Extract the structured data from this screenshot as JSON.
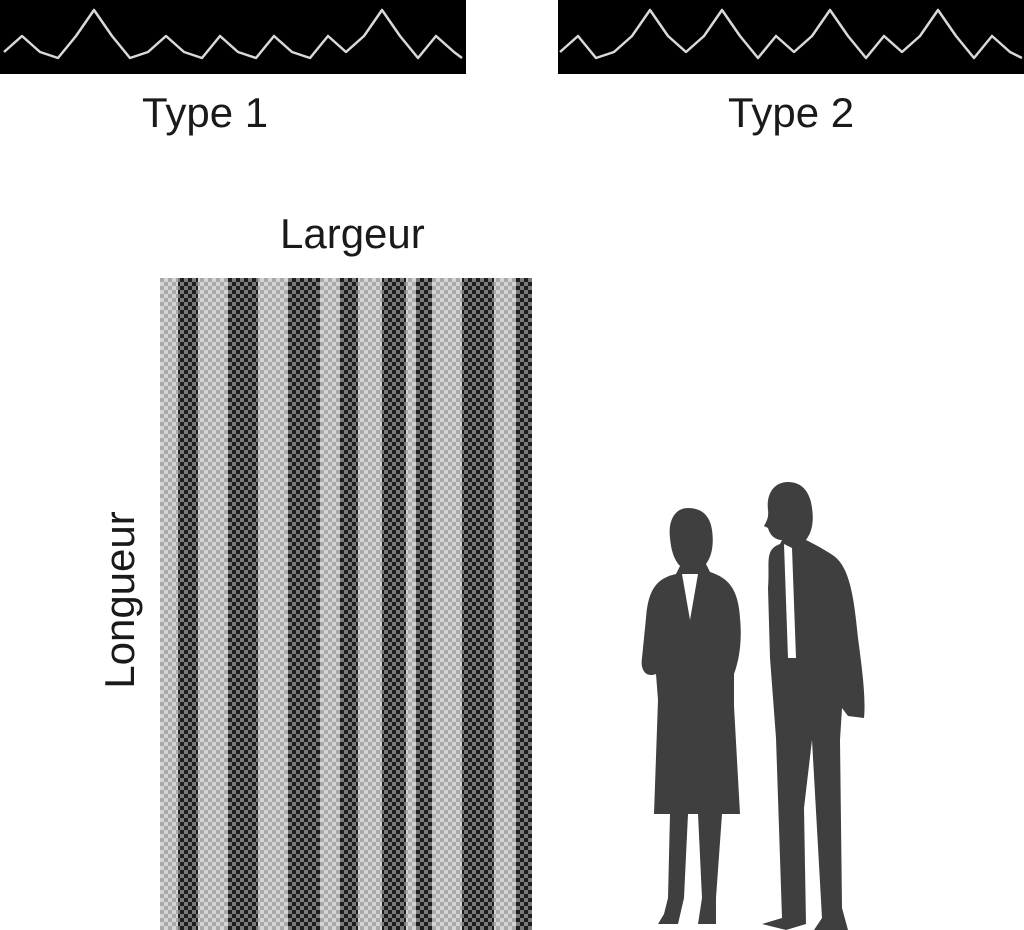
{
  "captions": {
    "type1": "Type 1",
    "type2": "Type 2",
    "width": "Largeur",
    "length": "Longueur"
  },
  "icons": {
    "profile_type1": "trapezoidal-wave-profile-icon",
    "profile_type2": "trapezoidal-wave-profile-icon",
    "panel": "striped-panel",
    "people": "people-silhouette-icon"
  },
  "colors": {
    "strip_background": "#000000",
    "profile_line": "#d9d9d9",
    "stripe_dark": "#1e1e1e",
    "stripe_light": "#cfcfcf",
    "silhouette": "#3f3f3f"
  }
}
